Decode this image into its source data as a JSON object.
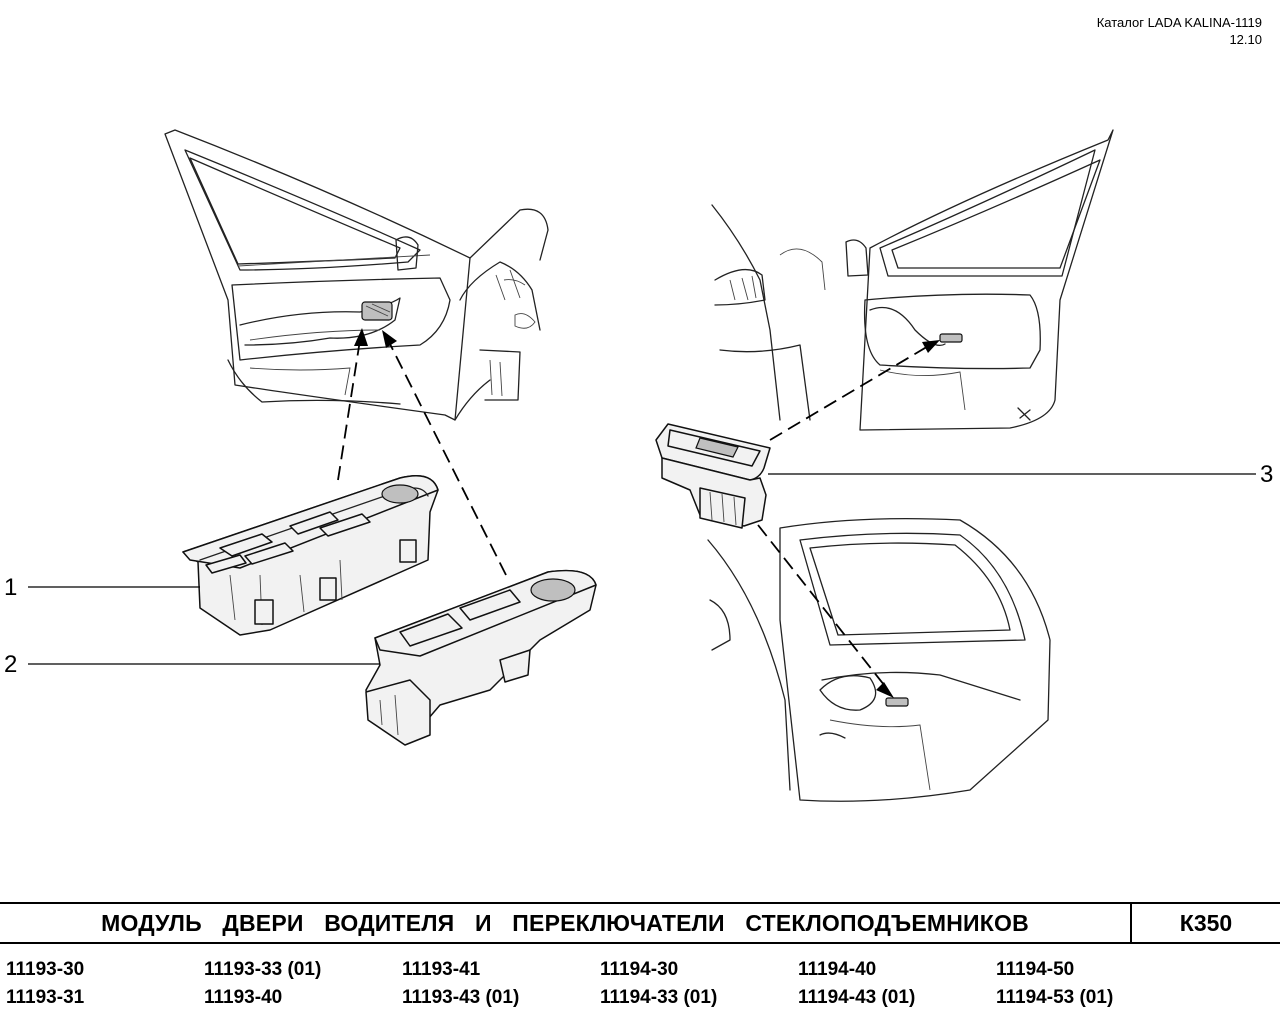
{
  "header": {
    "catalog": "Каталог LADA KALINA-1119",
    "date": "12.10"
  },
  "callouts": [
    "1",
    "2",
    "3"
  ],
  "title": {
    "text": "МОДУЛЬ ДВЕРИ ВОДИТЕЛЯ И ПЕРЕКЛЮЧАТЕЛИ СТЕКЛОПОДЪЕМНИКОВ",
    "code": "К350"
  },
  "models": [
    [
      "11193-30",
      "11193-33 (01)",
      "11193-41",
      "11194-30",
      "11194-40",
      "11194-50"
    ],
    [
      "11193-31",
      "11193-40",
      "11193-43 (01)",
      "11194-33 (01)",
      "11194-43 (01)",
      "11194-53 (01)"
    ]
  ]
}
